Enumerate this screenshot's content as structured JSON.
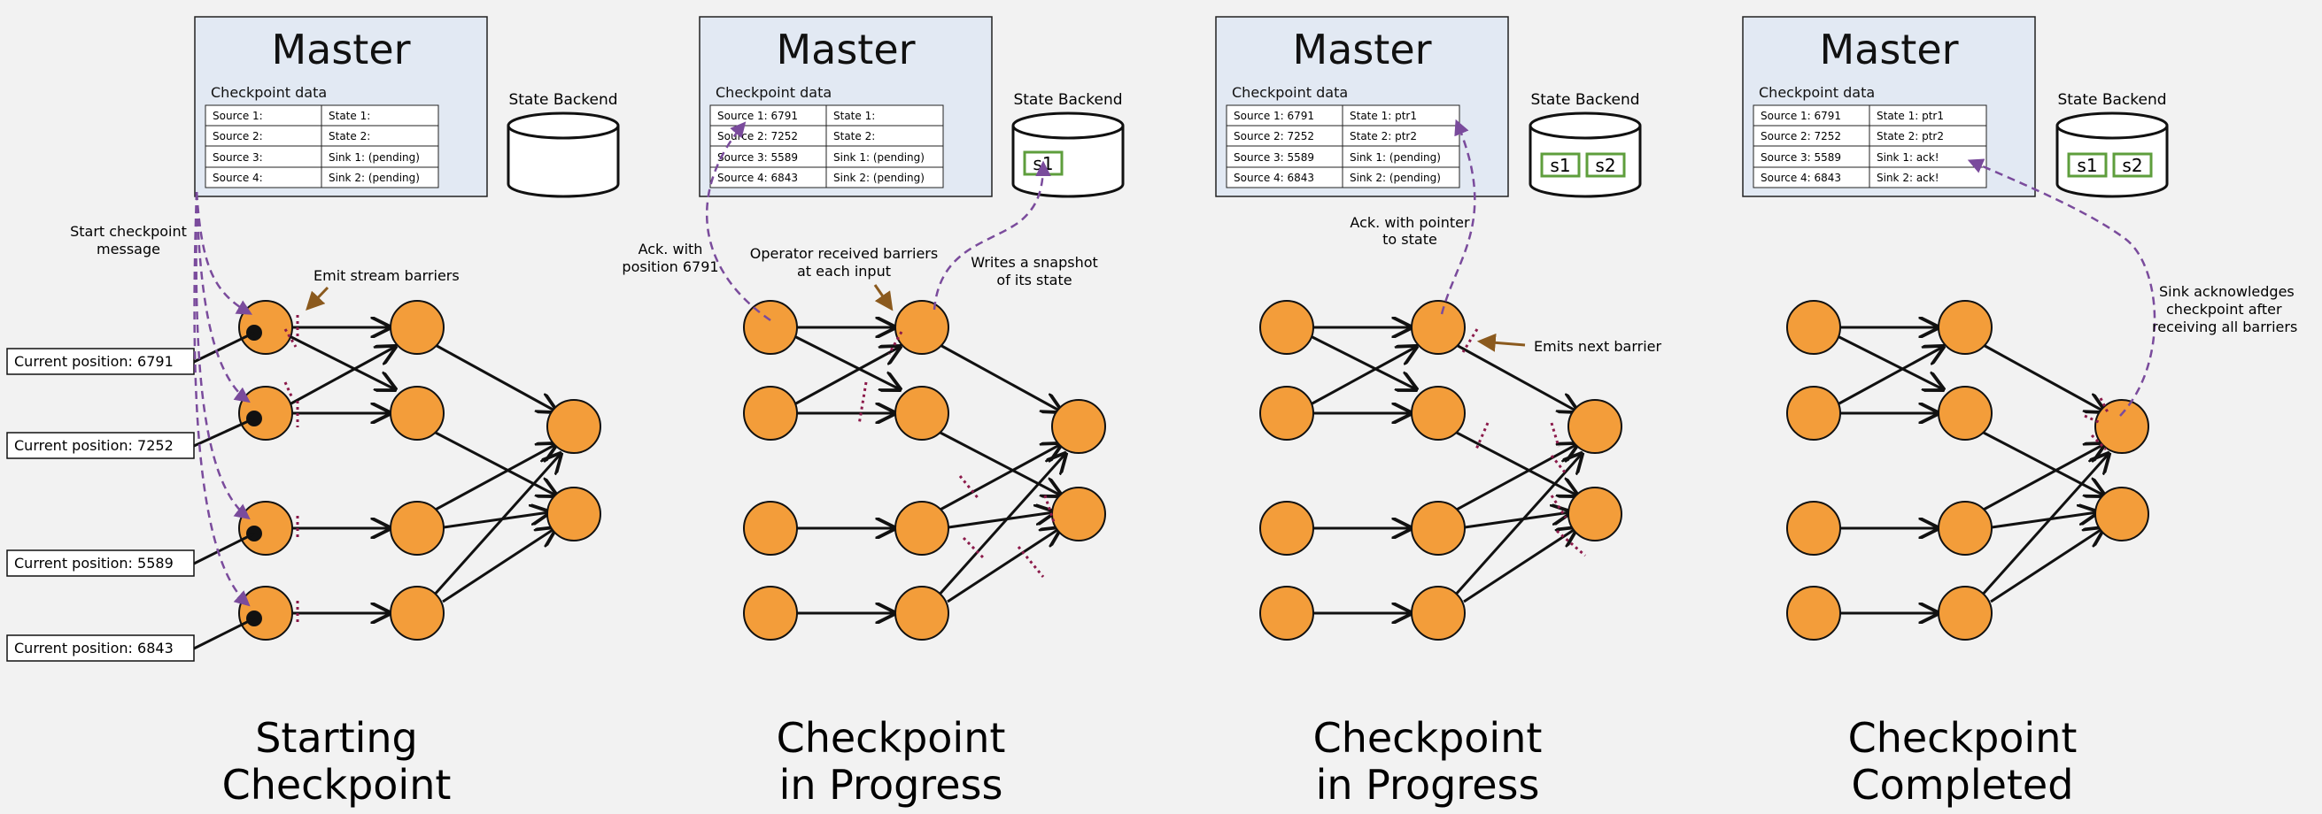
{
  "colors": {
    "background": "#f2f2f2",
    "master_fill": "#e2e9f3",
    "node_fill": "#f39d3a",
    "ack_arrow": "#7a4b9c",
    "brown_arrow": "#8b5a1e",
    "barrier": "#8b1a4a",
    "snapshot_box": "#5e9e3c"
  },
  "panels": [
    {
      "master_title": "Master",
      "checkpoint_label": "Checkpoint data",
      "state_backend_label": "State Backend",
      "table": [
        [
          "Source 1:",
          "State 1:"
        ],
        [
          "Source 2:",
          "State 2:"
        ],
        [
          "Source 3:",
          "Sink 1: (pending)"
        ],
        [
          "Source 4:",
          "Sink 2: (pending)"
        ]
      ],
      "snapshots": [],
      "caption": [
        "Starting",
        "Checkpoint"
      ],
      "notes": [
        "Start checkpoint",
        "message",
        "Emit stream barriers"
      ],
      "positions": [
        "Current position: 6791",
        "Current position: 7252",
        "Current position: 5589",
        "Current position: 6843"
      ]
    },
    {
      "master_title": "Master",
      "checkpoint_label": "Checkpoint data",
      "state_backend_label": "State Backend",
      "table": [
        [
          "Source 1: 6791",
          "State 1:"
        ],
        [
          "Source 2: 7252",
          "State 2:"
        ],
        [
          "Source 3: 5589",
          "Sink 1: (pending)"
        ],
        [
          "Source 4: 6843",
          "Sink 2: (pending)"
        ]
      ],
      "snapshots": [
        "s1"
      ],
      "caption": [
        "Checkpoint",
        "in Progress"
      ],
      "notes": [
        "Ack. with",
        "position 6791",
        "Operator received barriers",
        "at each input",
        "Writes a snapshot",
        "of its state"
      ]
    },
    {
      "master_title": "Master",
      "checkpoint_label": "Checkpoint data",
      "state_backend_label": "State Backend",
      "table": [
        [
          "Source 1: 6791",
          "State 1: ptr1"
        ],
        [
          "Source 2: 7252",
          "State 2: ptr2"
        ],
        [
          "Source 3: 5589",
          "Sink 1: (pending)"
        ],
        [
          "Source 4: 6843",
          "Sink 2: (pending)"
        ]
      ],
      "snapshots": [
        "s1",
        "s2"
      ],
      "caption": [
        "Checkpoint",
        "in Progress"
      ],
      "notes": [
        "Ack. with pointer",
        "to state",
        "Emits next barrier"
      ]
    },
    {
      "master_title": "Master",
      "checkpoint_label": "Checkpoint data",
      "state_backend_label": "State Backend",
      "table": [
        [
          "Source 1: 6791",
          "State 1: ptr1"
        ],
        [
          "Source 2: 7252",
          "State 2: ptr2"
        ],
        [
          "Source 3: 5589",
          "Sink 1: ack!"
        ],
        [
          "Source 4: 6843",
          "Sink 2: ack!"
        ]
      ],
      "snapshots": [
        "s1",
        "s2"
      ],
      "caption": [
        "Checkpoint",
        "Completed"
      ],
      "notes": [
        "Sink acknowledges",
        "checkpoint after",
        "receiving all barriers"
      ]
    }
  ]
}
